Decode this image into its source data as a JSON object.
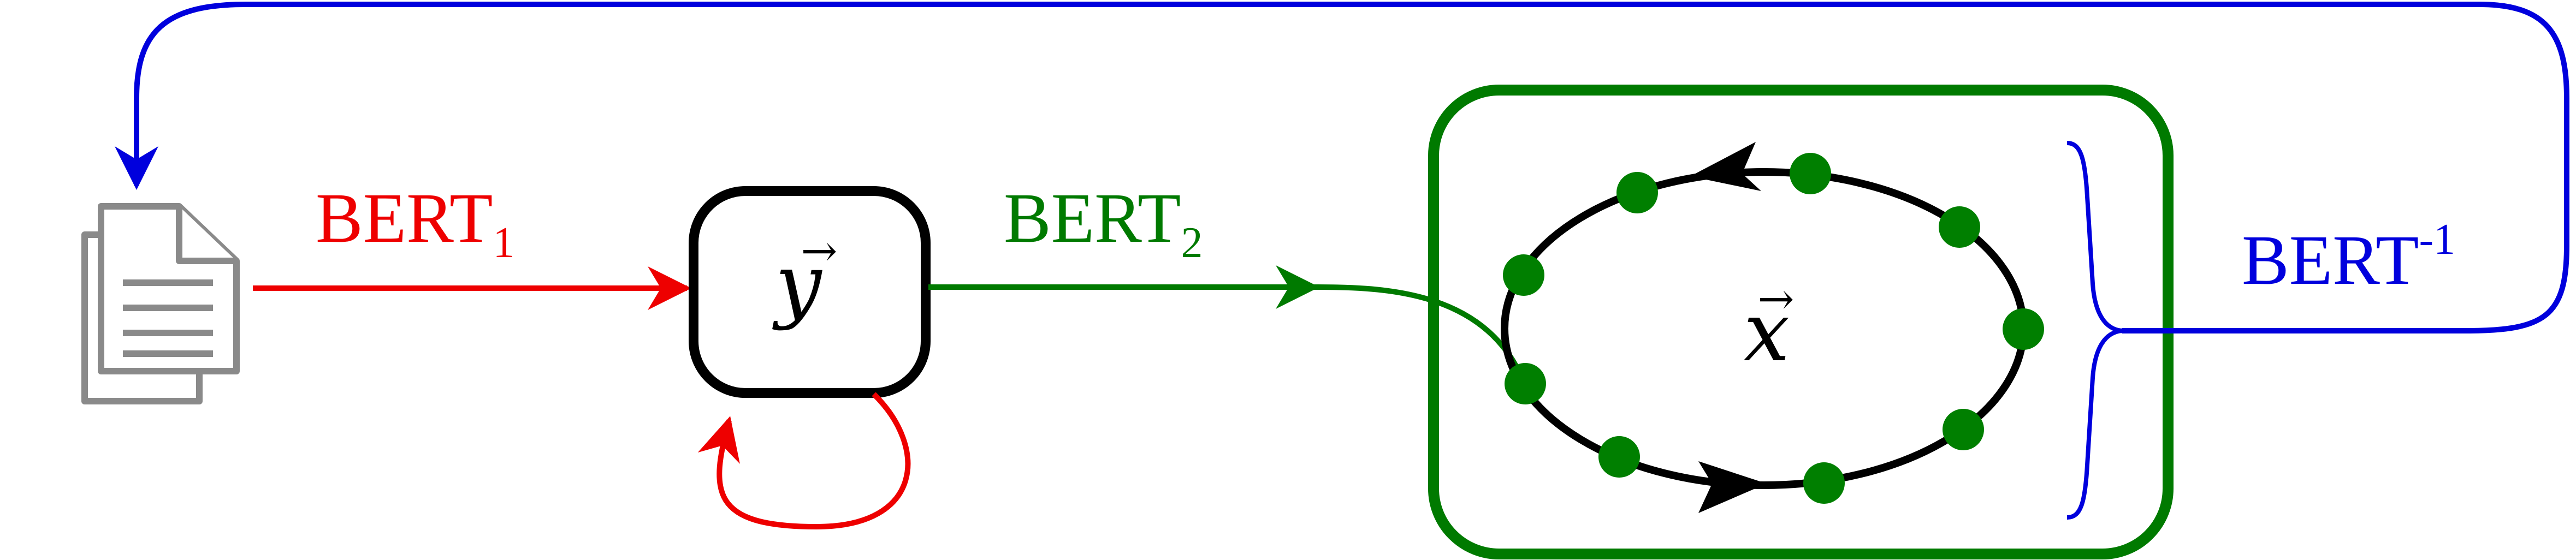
{
  "labels": {
    "bert1": {
      "base": "BERT",
      "sub": "1"
    },
    "bert2": {
      "base": "BERT",
      "sub": "2"
    },
    "bert_inv": {
      "base": "BERT",
      "sup": "-1"
    }
  },
  "nodes": {
    "y_vector": "y",
    "x_vector": "x",
    "vector_arrow": "→"
  },
  "icons": {
    "input": "documents-icon"
  },
  "colors": {
    "bert1": "#ee0000",
    "bert2": "#007a00",
    "bert_inv": "#0000dd",
    "node_stroke": "#000000",
    "document_gray": "#8a8a8a",
    "point_fill": "#007f00"
  }
}
